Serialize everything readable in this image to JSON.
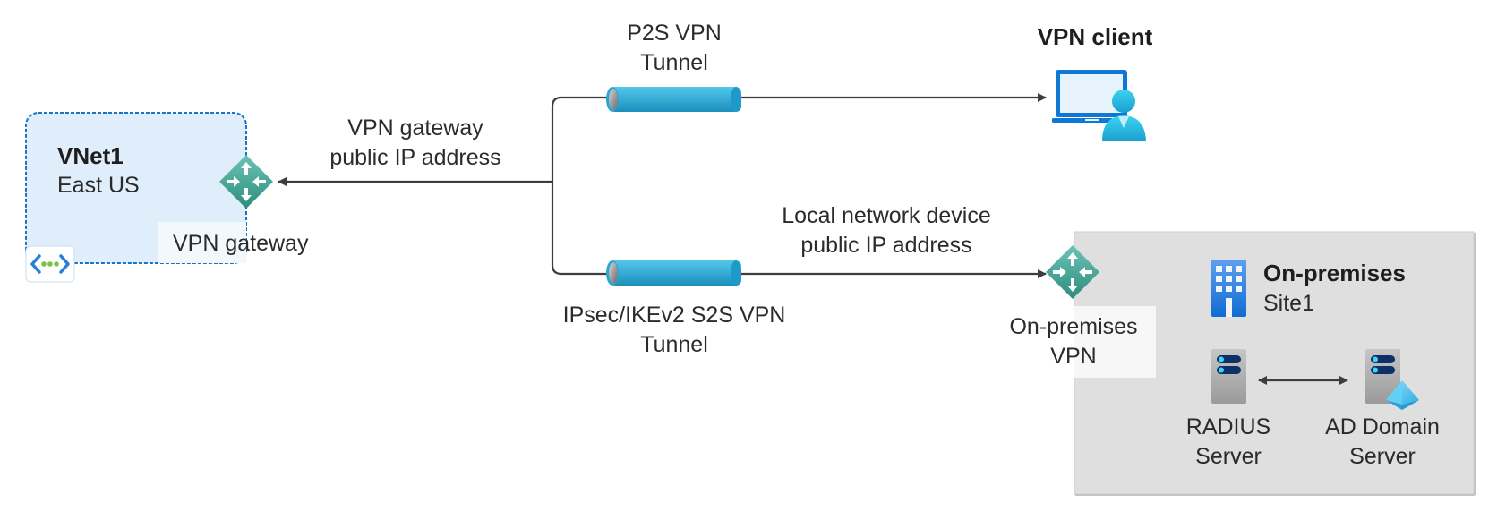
{
  "vnet": {
    "name": "VNet1",
    "region": "East US",
    "gateway_label": "VPN gateway",
    "icon": "virtual-network-icon"
  },
  "gateway_ip_label": [
    "VPN gateway",
    "public IP address"
  ],
  "p2s_tunnel_label": [
    "P2S VPN",
    "Tunnel"
  ],
  "s2s_tunnel_label": [
    "IPsec/IKEv2 S2S VPN",
    "Tunnel"
  ],
  "vpn_client": {
    "title": "VPN client",
    "icon": "laptop-user-icon"
  },
  "local_device_ip_label": [
    "Local network device",
    "public IP address"
  ],
  "onprem_vpn_label": [
    "On-premises",
    "VPN"
  ],
  "onprem_site": {
    "title": "On-premises",
    "site": "Site1",
    "icon": "building-icon"
  },
  "servers": [
    {
      "label": [
        "RADIUS",
        "Server"
      ],
      "icon": "server-icon"
    },
    {
      "label": [
        "AD Domain",
        "Server"
      ],
      "icon": "ad-server-icon"
    }
  ],
  "colors": {
    "vnet_fill": "#dfeefa",
    "vnet_border": "#1a73c9",
    "gateway_teal": "#4fb3a3",
    "tunnel_blue": "#33b4dc",
    "connector": "#3c3c41",
    "onprem_fill": "#dfdfdf",
    "label_bg": "#f7f7f7"
  }
}
